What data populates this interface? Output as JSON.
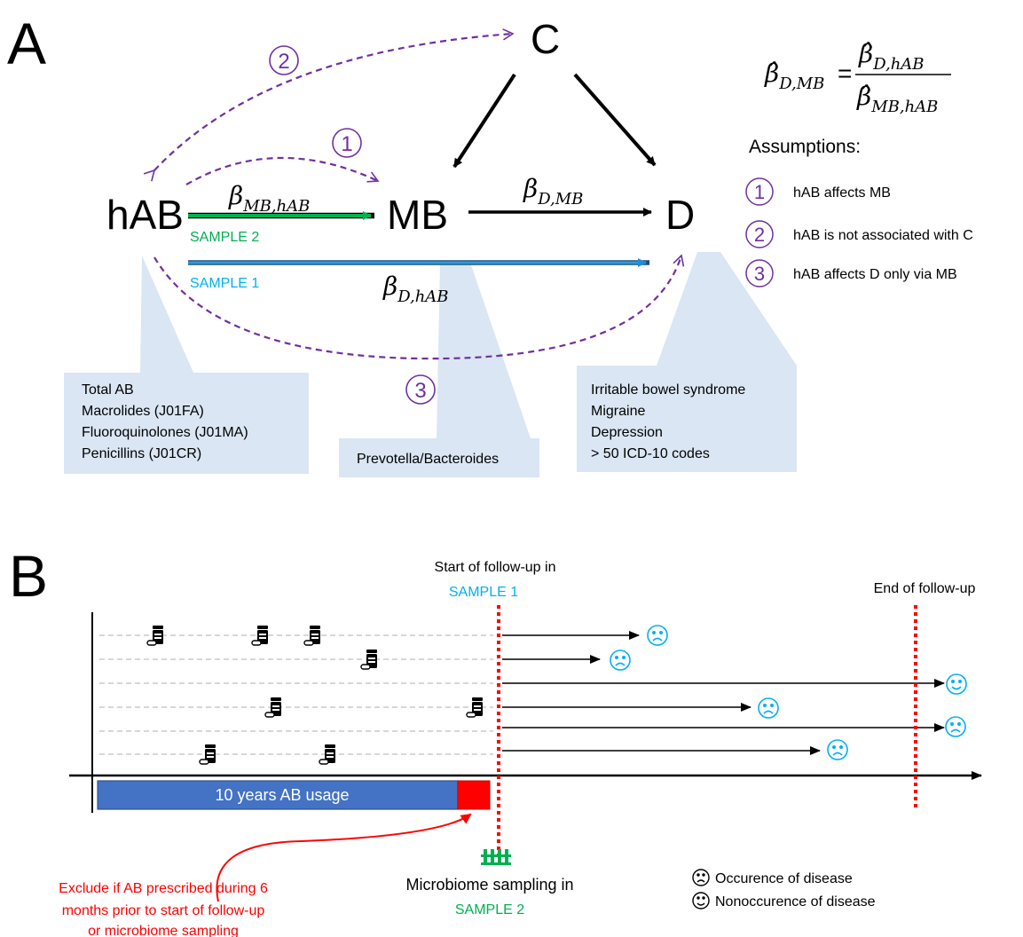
{
  "panel_a": {
    "label": "A",
    "nodes": {
      "hab": "hAB",
      "mb": "MB",
      "d": "D",
      "c": "C"
    },
    "edges": {
      "mb_hab": {
        "beta": "β",
        "sub": "MB,hAB"
      },
      "d_mb": {
        "beta": "β",
        "sub": "D,MB"
      },
      "d_hab": {
        "beta": "β",
        "sub": "D,hAB"
      }
    },
    "sample_labels": {
      "sample2": "SAMPLE 2",
      "sample1": "SAMPLE 1"
    },
    "assumption_markers": {
      "one": "1",
      "two": "2",
      "three": "3"
    },
    "formula": {
      "lhs_beta": "β̂",
      "lhs_sub": "D,MB",
      "equals": "=",
      "num_beta": "β̂",
      "num_sub": "D,hAB",
      "den_beta": "β̂",
      "den_sub": "MB,hAB"
    },
    "assumptions": {
      "title": "Assumptions:",
      "items": [
        {
          "num": "1",
          "text": "hAB affects MB"
        },
        {
          "num": "2",
          "text": "hAB is not associated with C"
        },
        {
          "num": "3",
          "text": "hAB affects D only via MB"
        }
      ]
    },
    "callouts": {
      "hab": [
        "Total AB",
        "Macrolides (J01FA)",
        "Fluoroquinolones (J01MA)",
        "Penicillins (J01CR)"
      ],
      "mb": [
        "Prevotella/Bacteroides"
      ],
      "d": [
        "Irritable bowel syndrome",
        "Migraine",
        "Depression",
        "> 50 ICD-10 codes"
      ]
    }
  },
  "panel_b": {
    "label": "B",
    "start_label": [
      "Start of follow-up in",
      "SAMPLE 1"
    ],
    "end_label": "End of follow-up",
    "bar_label": "10 years AB usage",
    "exclude_note": [
      "Exclude if AB prescribed during 6",
      "months prior to start of follow-up",
      "or microbiome sampling"
    ],
    "sampling_label": [
      "Microbiome sampling in",
      "SAMPLE 2"
    ],
    "legend": [
      {
        "icon": "sad-face",
        "text": "Occurence of disease"
      },
      {
        "icon": "happy-face",
        "text": "Nonoccurence of disease"
      }
    ]
  },
  "colors": {
    "purple": "#7030a0",
    "green": "#00b050",
    "cyan": "#00b0f0",
    "blue": "#1f77d4",
    "bar_blue": "#4472c4",
    "red": "#ff0000",
    "callout": "#dae6f4",
    "grey_dash": "#bfbfbf"
  }
}
